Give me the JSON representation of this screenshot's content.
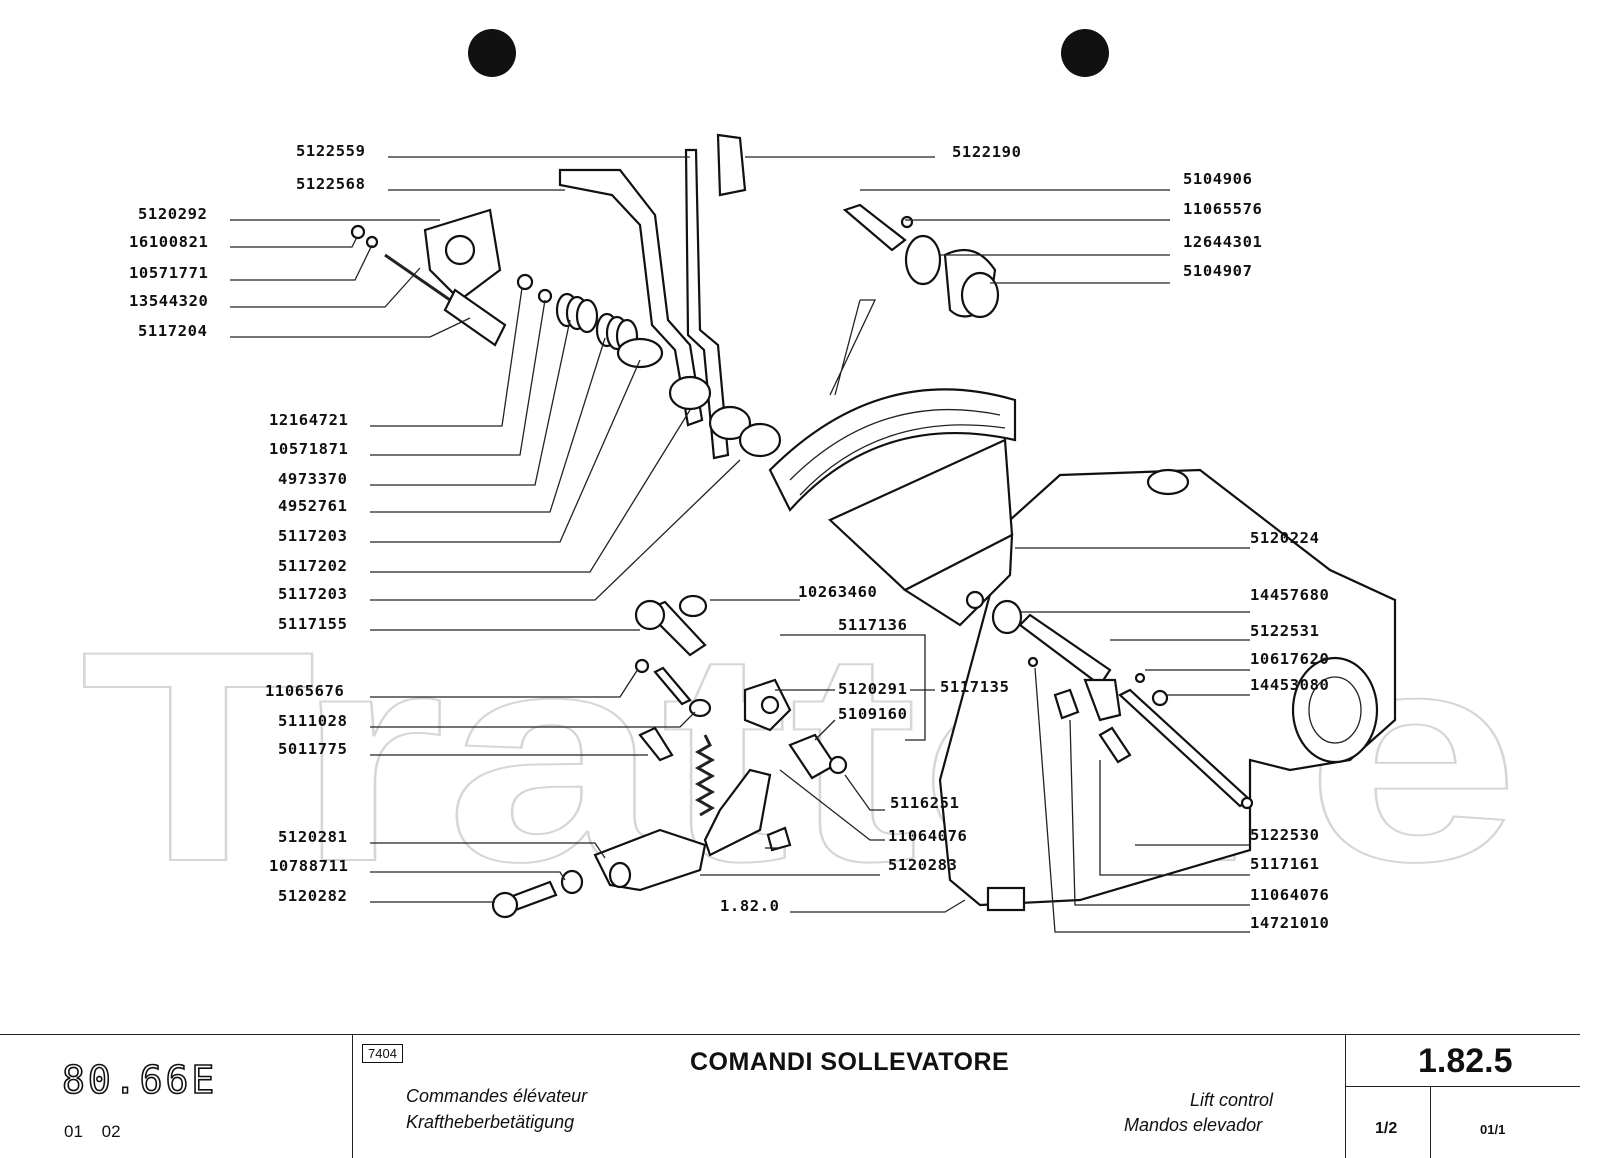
{
  "diagram": {
    "watermark": "Trattore",
    "labels": {
      "l5122559": "5122559",
      "l5122568": "5122568",
      "l5120292": "5120292",
      "l16100821": "16100821",
      "l10571771": "10571771",
      "l13544320": "13544320",
      "l5117204": "5117204",
      "l12164721": "12164721",
      "l10571871": "10571871",
      "l4973370": "4973370",
      "l4952761": "4952761",
      "l5117203a": "5117203",
      "l5117202": "5117202",
      "l5117203b": "5117203",
      "l5117155": "5117155",
      "l11065676": "11065676",
      "l5111028": "5111028",
      "l5011775": "5011775",
      "l5120281": "5120281",
      "l10788711": "10788711",
      "l5120282": "5120282",
      "l5122190": "5122190",
      "l5104906": "5104906",
      "l11065576": "11065576",
      "l12644301": "12644301",
      "l5104907": "5104907",
      "l5120224": "5120224",
      "l10263460": "10263460",
      "l14457680": "14457680",
      "l5117136": "5117136",
      "l5122531": "5122531",
      "l10617620": "10617620",
      "l14453080": "14453080",
      "l5120291": "5120291",
      "l5117135": "5117135",
      "l5109160": "5109160",
      "l5116251": "5116251",
      "l11064076a": "11064076",
      "l5120283": "5120283",
      "l1820": "1.82.0",
      "l5122530": "5122530",
      "l5117161": "5117161",
      "l11064076b": "11064076",
      "l14721010": "14721010"
    }
  },
  "footer": {
    "model": "80.66E",
    "editions": "01 02",
    "ref_code": "7404",
    "title_it": "COMANDI SOLLEVATORE",
    "title_fr": "Commandes élévateur",
    "title_de": "Kraftheberbetätigung",
    "title_en": "Lift control",
    "title_es": "Mandos elevador",
    "page_number": "1.82.5",
    "sheet": "1/2",
    "revision": "01/1"
  }
}
